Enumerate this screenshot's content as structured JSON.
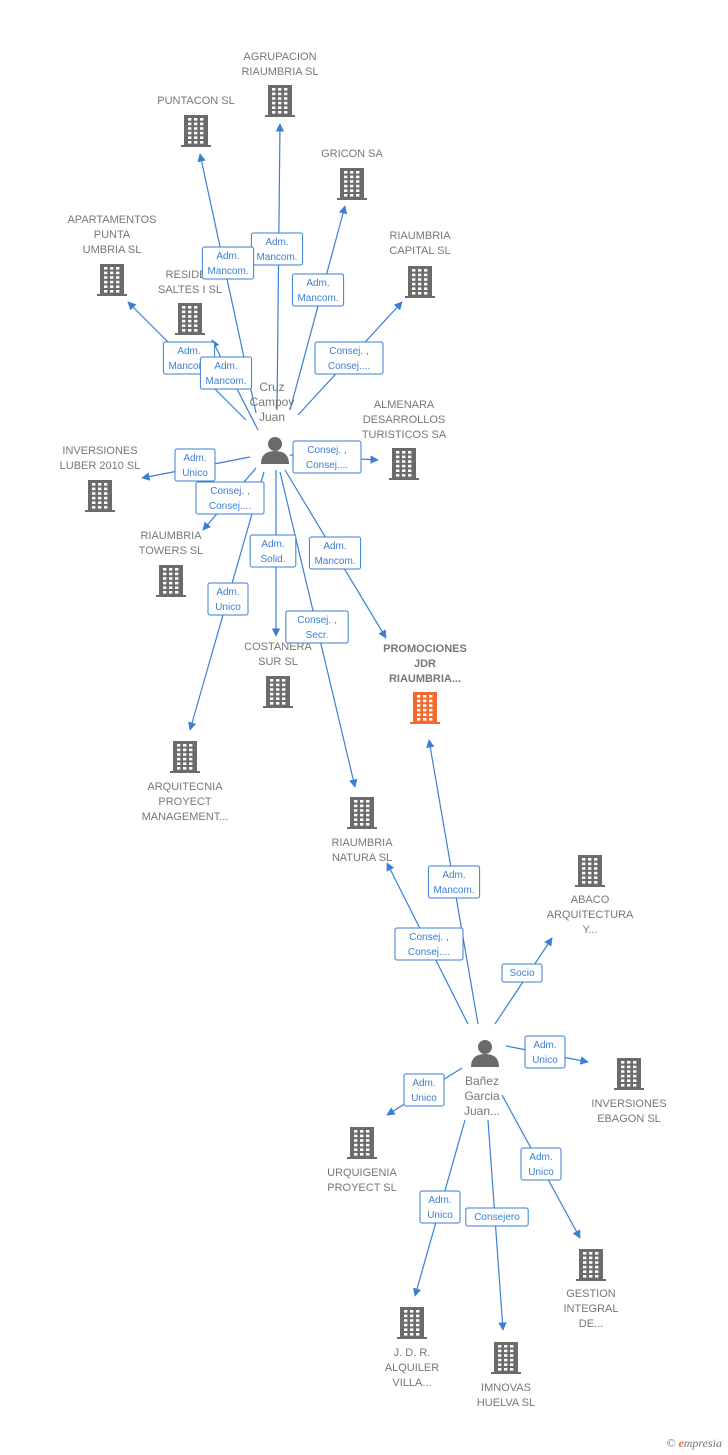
{
  "colors": {
    "edge": "#3a7fd5",
    "building": "#6b6b6b",
    "highlight": "#f26a2e",
    "label": "#777777"
  },
  "persons": [
    {
      "id": "p1",
      "lines": [
        "Cruz",
        "Campoy",
        "Juan"
      ]
    },
    {
      "id": "p2",
      "lines": [
        "Bañez",
        "Garcia",
        "Juan..."
      ]
    }
  ],
  "companies": [
    {
      "id": "agrupacion",
      "lines": [
        "AGRUPACION",
        "RIAUMBRIA SL"
      ]
    },
    {
      "id": "puntacon",
      "lines": [
        "PUNTACON SL"
      ]
    },
    {
      "id": "gricon",
      "lines": [
        "GRICON SA"
      ]
    },
    {
      "id": "apartamentos",
      "lines": [
        "APARTAMENTOS",
        "PUNTA",
        "UMBRIA SL"
      ]
    },
    {
      "id": "residen",
      "lines": [
        "RESIDEN",
        "SALTES I SL"
      ]
    },
    {
      "id": "riaumbria_capital",
      "lines": [
        "RIAUMBRIA",
        "CAPITAL SL"
      ]
    },
    {
      "id": "almenara",
      "lines": [
        "ALMENARA",
        "DESARROLLOS",
        "TURISTICOS SA"
      ]
    },
    {
      "id": "inversiones_luber",
      "lines": [
        "INVERSIONES",
        "LUBER 2010 SL"
      ]
    },
    {
      "id": "riaumbria_towers",
      "lines": [
        "RIAUMBRIA",
        "TOWERS SL"
      ]
    },
    {
      "id": "costanera",
      "lines": [
        "COSTANERA",
        "SUR SL"
      ]
    },
    {
      "id": "promociones",
      "lines": [
        "PROMOCIONES",
        "JDR",
        "RIAUMBRIA..."
      ]
    },
    {
      "id": "arquitecnia",
      "lines": [
        "ARQUITECNIA",
        "PROYECT",
        "MANAGEMENT..."
      ]
    },
    {
      "id": "riaumbria_natura",
      "lines": [
        "RIAUMBRIA",
        "NATURA SL"
      ]
    },
    {
      "id": "abaco",
      "lines": [
        "ABACO",
        "ARQUITECTURA",
        "Y..."
      ]
    },
    {
      "id": "inversiones_ebagon",
      "lines": [
        "INVERSIONES",
        "EBAGON SL"
      ]
    },
    {
      "id": "urquigenia",
      "lines": [
        "URQUIGENIA",
        "PROYECT SL"
      ]
    },
    {
      "id": "gestion",
      "lines": [
        "GESTION",
        "INTEGRAL",
        "DE..."
      ]
    },
    {
      "id": "jdr_alquiler",
      "lines": [
        "J. D. R.",
        "ALQUILER",
        "VILLA..."
      ]
    },
    {
      "id": "imnovas",
      "lines": [
        "IMNOVAS",
        "HUELVA SL"
      ]
    }
  ],
  "edges": [
    {
      "from": "p1",
      "to": "agrupacion",
      "label": [
        "Adm.",
        "Mancom."
      ]
    },
    {
      "from": "p1",
      "to": "puntacon",
      "label": [
        "Adm.",
        "Mancom."
      ]
    },
    {
      "from": "p1",
      "to": "gricon",
      "label": [
        "Adm.",
        "Mancom."
      ]
    },
    {
      "from": "p1",
      "to": "apartamentos",
      "label": [
        "Adm.",
        "Mancom."
      ]
    },
    {
      "from": "p1",
      "to": "residen",
      "label": [
        "Adm.",
        "Mancom."
      ]
    },
    {
      "from": "p1",
      "to": "riaumbria_capital",
      "label": [
        "Consej. ,",
        "Consej...."
      ]
    },
    {
      "from": "p1",
      "to": "almenara",
      "label": [
        "Consej. ,",
        "Consej...."
      ]
    },
    {
      "from": "p1",
      "to": "inversiones_luber",
      "label": [
        "Adm.",
        "Unico"
      ]
    },
    {
      "from": "p1",
      "to": "riaumbria_towers",
      "label": [
        "Consej. ,",
        "Consej...."
      ]
    },
    {
      "from": "p1",
      "to": "costanera",
      "label": [
        "Adm.",
        "Solid."
      ]
    },
    {
      "from": "p1",
      "to": "promociones",
      "label": [
        "Adm.",
        "Mancom."
      ]
    },
    {
      "from": "p1",
      "to": "arquitecnia",
      "label": [
        "Adm.",
        "Unico"
      ]
    },
    {
      "from": "p1",
      "to": "riaumbria_natura",
      "label": [
        "Consej. ,",
        "Secr."
      ]
    },
    {
      "from": "p2",
      "to": "promociones",
      "label": [
        "Adm.",
        "Mancom."
      ]
    },
    {
      "from": "p2",
      "to": "riaumbria_natura",
      "label": [
        "Consej. ,",
        "Consej...."
      ]
    },
    {
      "from": "p2",
      "to": "abaco",
      "label": [
        "Socio"
      ]
    },
    {
      "from": "p2",
      "to": "inversiones_ebagon",
      "label": [
        "Adm.",
        "Unico"
      ]
    },
    {
      "from": "p2",
      "to": "urquigenia",
      "label": [
        "Adm.",
        "Unico"
      ]
    },
    {
      "from": "p2",
      "to": "gestion",
      "label": [
        "Adm.",
        "Unico"
      ]
    },
    {
      "from": "p2",
      "to": "jdr_alquiler",
      "label": [
        "Adm.",
        "Unico"
      ]
    },
    {
      "from": "p2",
      "to": "imnovas",
      "label": [
        "Consejero"
      ]
    }
  ],
  "highlighted": "promociones",
  "footer": {
    "copyright": "©",
    "brand_initial": "e",
    "brand_rest": "mpresia"
  }
}
